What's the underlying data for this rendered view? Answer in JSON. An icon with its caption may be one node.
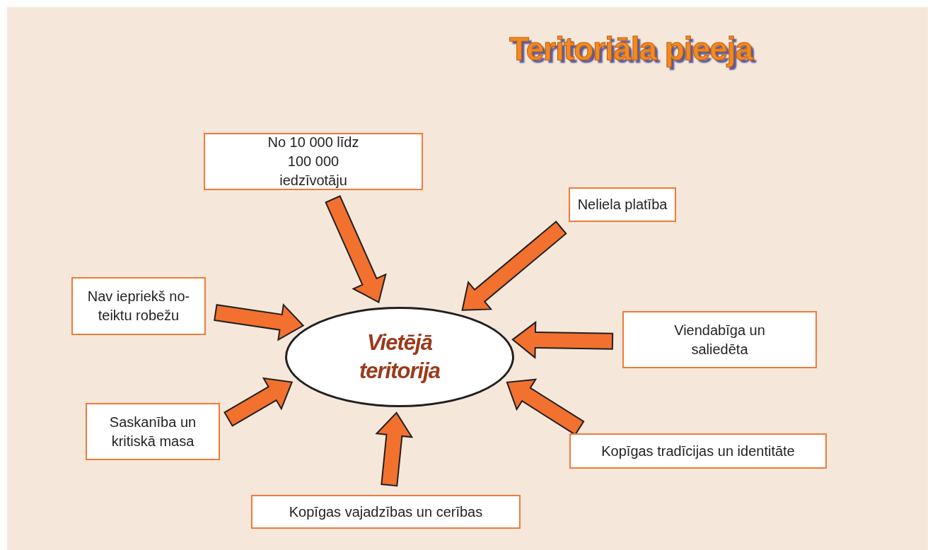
{
  "diagram": {
    "title": "Teritoriāla pieeja",
    "nodes": [
      {
        "text": [
          "No 10 000 līdz 100 000 iedzīvotāju"
        ]
      },
      {
        "text": [
          "Neliela platība"
        ]
      },
      {
        "text": [
          "Nav iepriekš no-teiktu robežu"
        ]
      },
      {
        "text": [
          "Vietējā teritorija"
        ]
      },
      {
        "text": [
          "Viendabīga un saliedēta"
        ]
      },
      {
        "text": [
          "Saskanība un kritiskā masa"
        ]
      },
      {
        "text": [
          "Kopīgas tradīcijas un identitāte"
        ]
      },
      {
        "text": [
          "Kopīgas vajadzības un cerības"
        ]
      }
    ],
    "edges": [
      {
        "from": 0,
        "to": 3,
        "arrow": "to"
      },
      {
        "from": 1,
        "to": 3,
        "arrow": "to"
      },
      {
        "from": 2,
        "to": 3,
        "arrow": "to"
      },
      {
        "from": 4,
        "to": 3,
        "arrow": "to"
      },
      {
        "from": 5,
        "to": 3,
        "arrow": "to"
      },
      {
        "from": 6,
        "to": 3,
        "arrow": "to"
      },
      {
        "from": 7,
        "to": 3,
        "arrow": "to"
      }
    ]
  }
}
